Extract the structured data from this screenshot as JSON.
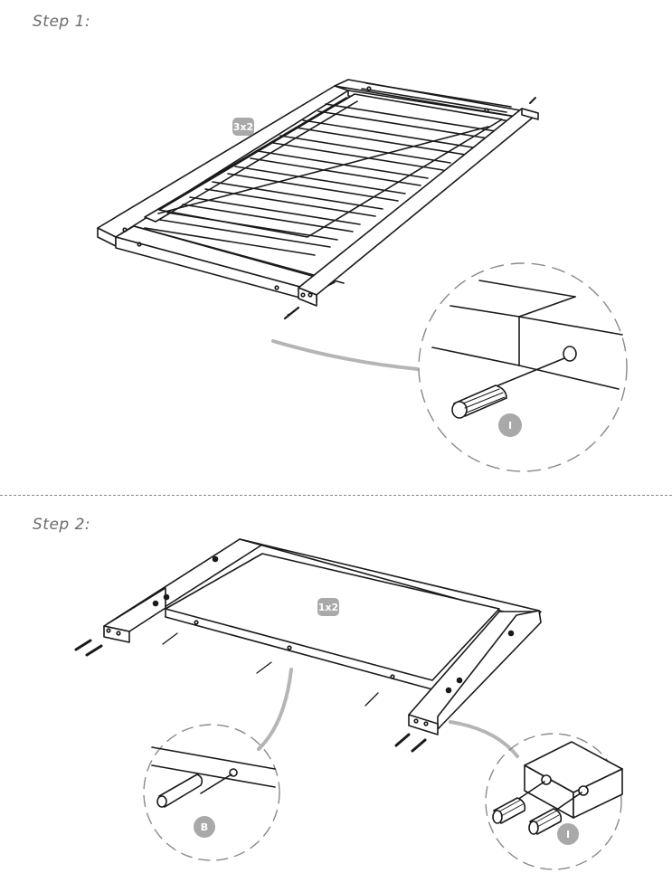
{
  "steps": [
    {
      "label": "Step 1:",
      "badge": "3x2",
      "callout_part": "I"
    },
    {
      "label": "Step 2:",
      "badge": "1x2",
      "callout_part_left": "B",
      "callout_part_right": "I"
    }
  ],
  "colors": {
    "line": "#1a1a1a",
    "badge": "#a9a9a9",
    "callout_border": "#8a8a8a",
    "label": "#6b6b6b"
  },
  "icons": [
    "dowel-icon",
    "screw-icon",
    "magnifier-callout"
  ]
}
